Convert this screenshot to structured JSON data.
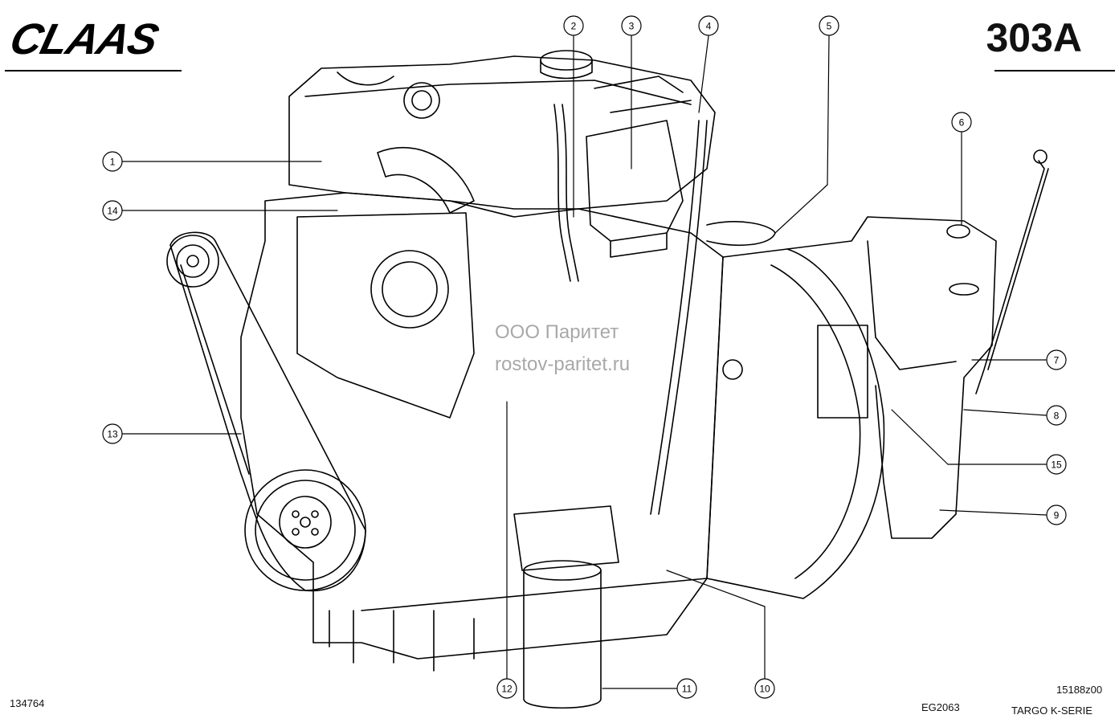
{
  "header": {
    "brand": "CLAAS",
    "page_code": "303A"
  },
  "watermark": {
    "line1": "ООО Паритет",
    "line2": "rostov-paritet.ru"
  },
  "footer": {
    "left_code": "134764",
    "center_code": "EG2063",
    "right_code": "15188z00",
    "series": "TARGO K-SERIE"
  },
  "callouts": [
    "1",
    "2",
    "3",
    "4",
    "5",
    "6",
    "7",
    "8",
    "9",
    "10",
    "11",
    "12",
    "13",
    "14",
    "15"
  ]
}
